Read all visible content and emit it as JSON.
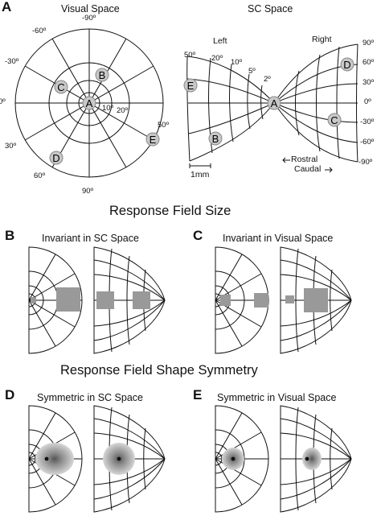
{
  "panels": {
    "A": {
      "letter": "A",
      "visual_title": "Visual Space",
      "sc_title": "SC Space",
      "left_label": "Left",
      "right_label": "Right",
      "scale_label": "1mm",
      "rostral_label": "Rostral",
      "caudal_label": "Caudal",
      "visual_degree_labels": [
        "-90º",
        "-60º",
        "-30º",
        "0º",
        "30º",
        "60º",
        "90º",
        "10º",
        "20º",
        "50º"
      ],
      "sc_left_labels": [
        "50º",
        "20º",
        "10º",
        "5º",
        "2º"
      ],
      "sc_right_labels": [
        "90º",
        "60º",
        "30º",
        "0º",
        "-30º",
        "-60º",
        "-90º"
      ],
      "points": [
        "A",
        "B",
        "C",
        "D",
        "E"
      ]
    },
    "section_size": "Response Field Size",
    "B": {
      "letter": "B",
      "title": "Invariant in SC Space"
    },
    "C": {
      "letter": "C",
      "title": "Invariant in Visual Space"
    },
    "section_shape": "Response Field Shape Symmetry",
    "D": {
      "letter": "D",
      "title": "Symmetric in SC Space"
    },
    "E": {
      "letter": "E",
      "title": "Symmetric in Visual Space"
    }
  },
  "colors": {
    "ink": "#111111",
    "marker_fill": "#c8c8c8",
    "rf_fill": "#999999"
  }
}
